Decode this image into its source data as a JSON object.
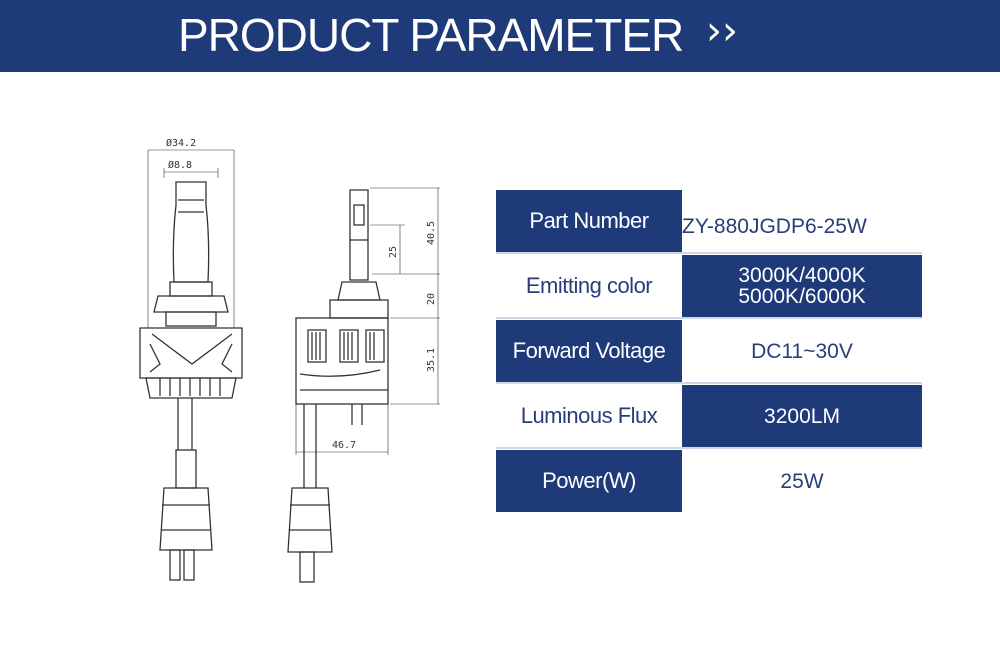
{
  "header": {
    "title": "PRODUCT PARAMETER",
    "chevron": "››"
  },
  "drawing": {
    "dim_outer_diameter": "Ø34.2",
    "dim_inner_diameter": "Ø8.8",
    "dim_height_total": "40.5",
    "dim_height_chip": "25",
    "dim_base": "20",
    "dim_body": "35.1",
    "dim_width": "46.7"
  },
  "params": [
    {
      "label": "Part Number",
      "value_lines": [
        "ZY-880JGDP6-25W"
      ]
    },
    {
      "label": "Emitting color",
      "value_lines": [
        "3000K/4000K",
        "5000K/6000K"
      ]
    },
    {
      "label": "Forward Voltage",
      "value_lines": [
        "DC11~30V"
      ]
    },
    {
      "label": "Luminous Flux",
      "value_lines": [
        "3200LM"
      ]
    },
    {
      "label": "Power(W)",
      "value_lines": [
        "25W"
      ]
    }
  ],
  "colors": {
    "brand_blue": "#1f3a78",
    "text_blue": "#2a3d7a"
  }
}
